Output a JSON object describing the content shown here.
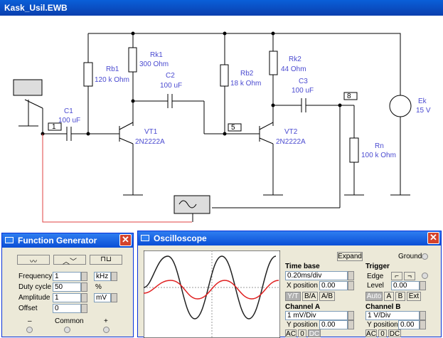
{
  "window": {
    "title": "Kask_Usil.EWB"
  },
  "components": {
    "rk1": {
      "name": "Rk1",
      "value": "300 Ohm"
    },
    "rb1": {
      "name": "Rb1",
      "value": "120 k Ohm"
    },
    "c2": {
      "name": "C2",
      "value": "100 uF"
    },
    "c1": {
      "name": "C1",
      "value": "100 uF"
    },
    "vt1": {
      "name": "VT1",
      "value": "2N2222A"
    },
    "rb2": {
      "name": "Rb2",
      "value": "18 k Ohm"
    },
    "rk2": {
      "name": "Rk2",
      "value": "44 Ohm"
    },
    "c3": {
      "name": "C3",
      "value": "100 uF"
    },
    "vt2": {
      "name": "VT2",
      "value": "2N2222A"
    },
    "ek": {
      "name": "Ek",
      "value": "15 V"
    },
    "rn": {
      "name": "Rn",
      "value": "100 k Ohm"
    },
    "node1": "1",
    "node5": "5",
    "node8": "8"
  },
  "function_generator": {
    "title": "Function Generator",
    "frequency": {
      "label": "Frequency",
      "value": "1",
      "unit": "kHz"
    },
    "duty_cycle": {
      "label": "Duty cycle",
      "value": "50",
      "unit": "%"
    },
    "amplitude": {
      "label": "Amplitude",
      "value": "1",
      "unit": "mV"
    },
    "offset": {
      "label": "Offset",
      "value": "0"
    },
    "terminals": {
      "minus": "–",
      "common": "Common",
      "plus": "+"
    }
  },
  "oscilloscope": {
    "title": "Oscilloscope",
    "expand": "Expand",
    "ground": "Ground",
    "time_base": {
      "label": "Time base",
      "value": "0.20ms/div",
      "xpos_label": "X position",
      "xpos": "0.00",
      "modes": [
        "Y/T",
        "B/A",
        "A/B"
      ]
    },
    "trigger": {
      "label": "Trigger",
      "edge_label": "Edge",
      "level_label": "Level",
      "level": "0.00",
      "modes": [
        "Auto",
        "A",
        "B",
        "Ext"
      ]
    },
    "channel_a": {
      "label": "Channel A",
      "value": "1 mV/Div",
      "ypos_label": "Y position",
      "ypos": "0.00",
      "coupling": [
        "AC",
        "0",
        "DC"
      ]
    },
    "channel_b": {
      "label": "Channel B",
      "value": "1 V/Div",
      "ypos_label": "Y position",
      "ypos": "0.00",
      "coupling": [
        "AC",
        "0",
        "DC"
      ]
    }
  },
  "colors": {
    "wire": "#000000",
    "probe_wire": "#e04040",
    "trace_a": "#e02020",
    "trace_b": "#202020",
    "title_blue": "#0a4ed6",
    "component_text": "#4a4ad0"
  }
}
